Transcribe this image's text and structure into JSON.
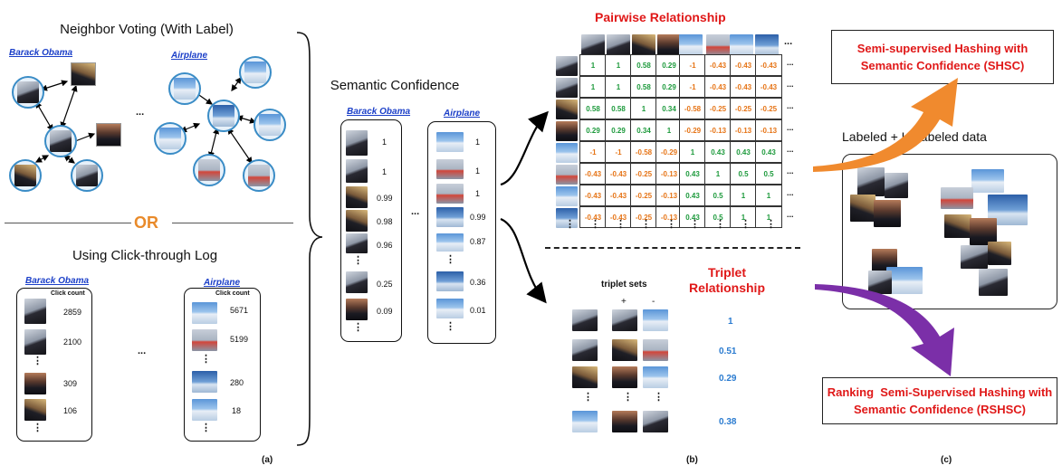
{
  "panel_a": {
    "neighbor_title": "Neighbor Voting (With Label)",
    "or_text": "OR",
    "click_title": "Using Click-through Log",
    "labels": {
      "obama": "Barack Obama",
      "airplane": "Airplane"
    },
    "ellipsis": "...",
    "click_count_label": "Click count",
    "obama_counts": [
      "2859",
      "2100",
      "309",
      "106"
    ],
    "airplane_counts": [
      "5671",
      "5199",
      "280",
      "18"
    ],
    "panel_label": "(a)"
  },
  "semantic": {
    "title": "Semantic Confidence",
    "obama_label": "Barack Obama",
    "airplane_label": "Airplane",
    "obama_scores": [
      "1",
      "1",
      "0.99",
      "0.98",
      "0.96",
      "0.25",
      "0.09"
    ],
    "airplane_scores": [
      "1",
      "1",
      "1",
      "0.99",
      "0.87",
      "0.36",
      "0.01"
    ]
  },
  "panel_b": {
    "pairwise_title": "Pairwise Relationship",
    "matrix": [
      [
        "1",
        "1",
        "0.58",
        "0.29",
        "-1",
        "-0.43",
        "-0.43",
        "-0.43"
      ],
      [
        "1",
        "1",
        "0.58",
        "0.29",
        "-1",
        "-0.43",
        "-0.43",
        "-0.43"
      ],
      [
        "0.58",
        "0.58",
        "1",
        "0.34",
        "-0.58",
        "-0.25",
        "-0.25",
        "-0.25"
      ],
      [
        "0.29",
        "0.29",
        "0.34",
        "1",
        "-0.29",
        "-0.13",
        "-0.13",
        "-0.13"
      ],
      [
        "-1",
        "-1",
        "-0.58",
        "-0.29",
        "1",
        "0.43",
        "0.43",
        "0.43"
      ],
      [
        "-0.43",
        "-0.43",
        "-0.25",
        "-0.13",
        "0.43",
        "1",
        "0.5",
        "0.5"
      ],
      [
        "-0.43",
        "-0.43",
        "-0.25",
        "-0.13",
        "0.43",
        "0.5",
        "1",
        "1"
      ],
      [
        "-0.43",
        "-0.43",
        "-0.25",
        "-0.13",
        "0.43",
        "0.5",
        "1",
        "1"
      ]
    ],
    "ellipsis": "...",
    "triplet_sets_label": "triplet sets",
    "plus": "+",
    "minus": "-",
    "triplet_title": "Triplet Relationship",
    "triplet_values": [
      "1",
      "0.51",
      "0.29",
      "0.38"
    ],
    "panel_label": "(b)"
  },
  "panel_c": {
    "shsc_title": "Semi-supervised Hashing with Semantic Confidence (SHSC)",
    "data_label": "Labeled + Unlabeled data",
    "rshsc_title": "Ranking  Semi-Supervised Hashing with Semantic Confidence (RSHSC)",
    "panel_label": "(c)"
  },
  "colors": {
    "red": "#e01818",
    "green": "#1d9a3c",
    "orange": "#e67416",
    "blue_value": "#2a7bd0",
    "node_border": "#3a8cc6",
    "orange_arrow": "#f08a2e",
    "purple_arrow": "#7b2fa8"
  }
}
